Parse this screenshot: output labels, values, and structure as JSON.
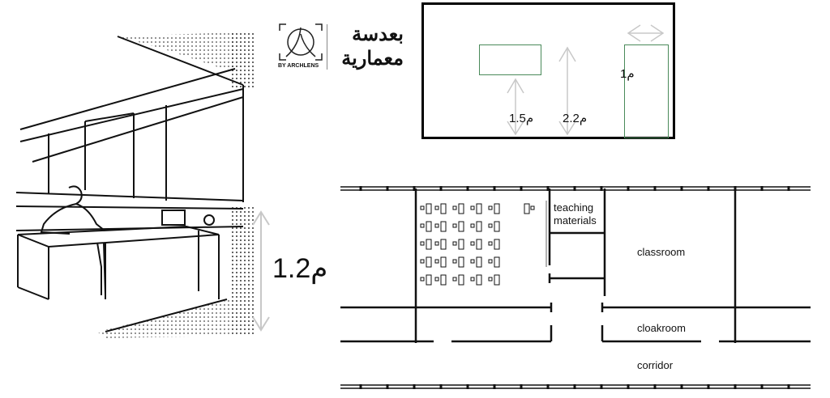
{
  "logo": {
    "arabic_line1": "بعدسة",
    "arabic_line2": "معمارية",
    "byline": "BY ARCHLENS"
  },
  "sketch": {
    "height_label": "1.2م"
  },
  "elevation": {
    "window_sill_label": "1.5م",
    "door_height_label": "2.2م",
    "door_width_label": "1م"
  },
  "plan": {
    "teaching_materials_line1": "teaching",
    "teaching_materials_line2": "materials",
    "classroom": "classroom",
    "cloakroom": "cloakroom",
    "corridor": "corridor"
  },
  "colors": {
    "frame": "#000000",
    "green": "#4a8a5a",
    "arrow": "#c8c8c8"
  }
}
